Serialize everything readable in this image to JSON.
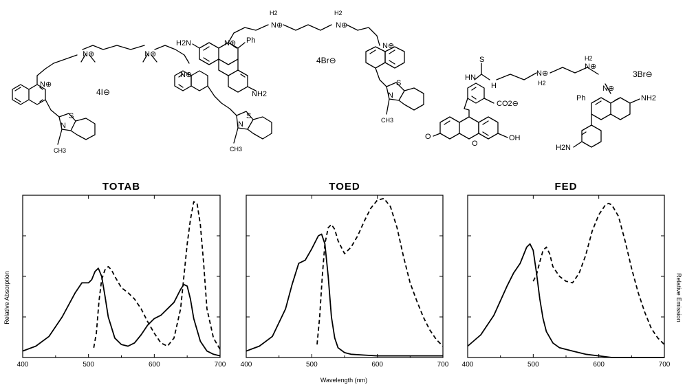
{
  "structures": {
    "labels": [
      "⊕",
      "4I⊖",
      "4Br⊖",
      "3Br⊖",
      "S",
      "N",
      "CH3",
      "Ph",
      "H2N",
      "NH2",
      "H2",
      "HN",
      "CO2⊖",
      "O",
      "OH",
      "H"
    ]
  },
  "y_axis_left_label": "Relative Absorption",
  "y_axis_right_label": "Relative Emission",
  "x_axis_shared_label": "Wavelength (nm)",
  "chart_data": [
    {
      "type": "line",
      "title": "TOTAB",
      "xlim": [
        400,
        700
      ],
      "ylim": [
        0,
        1
      ],
      "x_ticks": [
        400,
        500,
        600,
        700
      ],
      "series": [
        {
          "style": "solid",
          "x": [
            400,
            420,
            440,
            460,
            480,
            490,
            500,
            505,
            510,
            515,
            520,
            525,
            530,
            540,
            550,
            560,
            570,
            580,
            590,
            600,
            610,
            620,
            630,
            640,
            645,
            650,
            655,
            660,
            670,
            680,
            690,
            700
          ],
          "y": [
            0.04,
            0.07,
            0.13,
            0.25,
            0.4,
            0.46,
            0.46,
            0.48,
            0.53,
            0.55,
            0.5,
            0.38,
            0.25,
            0.12,
            0.08,
            0.07,
            0.09,
            0.14,
            0.2,
            0.24,
            0.26,
            0.3,
            0.34,
            0.42,
            0.45,
            0.44,
            0.36,
            0.24,
            0.1,
            0.04,
            0.02,
            0.01
          ]
        },
        {
          "style": "dashed",
          "x": [
            508,
            512,
            516,
            520,
            525,
            530,
            535,
            540,
            550,
            560,
            570,
            580,
            590,
            600,
            610,
            620,
            630,
            640,
            645,
            650,
            655,
            660,
            665,
            670,
            675,
            680,
            690,
            700
          ],
          "y": [
            0.06,
            0.15,
            0.35,
            0.48,
            0.54,
            0.56,
            0.54,
            0.5,
            0.43,
            0.4,
            0.36,
            0.3,
            0.22,
            0.15,
            0.09,
            0.07,
            0.12,
            0.3,
            0.5,
            0.7,
            0.85,
            0.96,
            0.95,
            0.82,
            0.58,
            0.3,
            0.12,
            0.05
          ]
        }
      ]
    },
    {
      "type": "line",
      "title": "TOED",
      "xlim": [
        400,
        700
      ],
      "ylim": [
        0,
        1
      ],
      "x_ticks": [
        400,
        500,
        600,
        700
      ],
      "series": [
        {
          "style": "solid",
          "x": [
            400,
            420,
            440,
            460,
            470,
            480,
            490,
            500,
            510,
            515,
            520,
            525,
            530,
            535,
            540,
            550,
            560,
            580,
            600,
            620,
            650,
            680,
            700
          ],
          "y": [
            0.04,
            0.07,
            0.13,
            0.3,
            0.45,
            0.58,
            0.6,
            0.67,
            0.75,
            0.76,
            0.7,
            0.5,
            0.25,
            0.12,
            0.06,
            0.03,
            0.02,
            0.015,
            0.01,
            0.01,
            0.01,
            0.01,
            0.01
          ]
        },
        {
          "style": "dashed",
          "x": [
            508,
            512,
            516,
            520,
            525,
            530,
            535,
            540,
            550,
            560,
            570,
            580,
            590,
            600,
            610,
            620,
            630,
            640,
            650,
            660,
            670,
            680,
            690,
            700
          ],
          "y": [
            0.08,
            0.25,
            0.5,
            0.7,
            0.8,
            0.82,
            0.79,
            0.72,
            0.64,
            0.68,
            0.75,
            0.84,
            0.92,
            0.97,
            0.98,
            0.93,
            0.8,
            0.62,
            0.46,
            0.35,
            0.25,
            0.17,
            0.11,
            0.07
          ]
        }
      ]
    },
    {
      "type": "line",
      "title": "FED",
      "xlim": [
        400,
        700
      ],
      "ylim": [
        0,
        1
      ],
      "x_ticks": [
        400,
        500,
        600,
        700
      ],
      "series": [
        {
          "style": "solid",
          "x": [
            400,
            420,
            440,
            460,
            470,
            480,
            490,
            495,
            500,
            505,
            510,
            515,
            520,
            530,
            540,
            560,
            580,
            600,
            620,
            650,
            700
          ],
          "y": [
            0.07,
            0.14,
            0.26,
            0.44,
            0.52,
            0.58,
            0.68,
            0.7,
            0.66,
            0.52,
            0.36,
            0.24,
            0.16,
            0.09,
            0.06,
            0.04,
            0.02,
            0.01,
            0.0,
            0.0,
            0.0
          ]
        },
        {
          "style": "dashed",
          "x": [
            500,
            505,
            510,
            515,
            520,
            525,
            530,
            540,
            550,
            560,
            570,
            580,
            590,
            600,
            610,
            615,
            620,
            630,
            640,
            650,
            660,
            670,
            680,
            690,
            700
          ],
          "y": [
            0.47,
            0.51,
            0.59,
            0.66,
            0.68,
            0.64,
            0.56,
            0.5,
            0.47,
            0.46,
            0.52,
            0.63,
            0.78,
            0.88,
            0.94,
            0.95,
            0.94,
            0.87,
            0.72,
            0.55,
            0.4,
            0.28,
            0.18,
            0.12,
            0.08
          ]
        }
      ]
    }
  ]
}
